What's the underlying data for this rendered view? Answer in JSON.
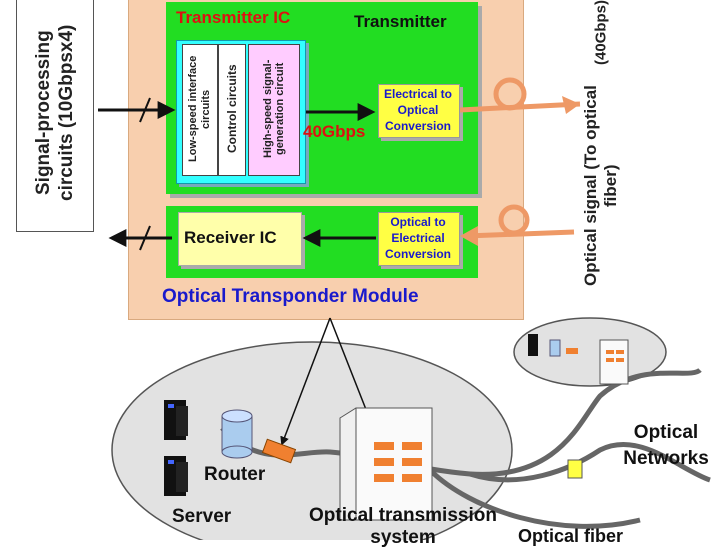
{
  "left_panel": {
    "title": "Signal-processing circuits (10Gbpsx4)"
  },
  "transmitter": {
    "ic_title": "Transmitter IC",
    "title": "Transmitter",
    "blocks": {
      "low_speed": "Low-speed interface circuits",
      "control": "Control circuits",
      "high_speed": "High-speed signal-generation circuit"
    },
    "rate_label": "40Gbps",
    "eo_label": "Electrical to Optical Conversion"
  },
  "receiver": {
    "ic_title": "Receiver IC",
    "oe_label": "Optical to Electrical Conversion"
  },
  "module": {
    "title": "Optical Transponder Module"
  },
  "right_label": {
    "title": "Optical signal (To optical fiber)",
    "subtitle": "(40Gbps)"
  },
  "network": {
    "router_label": "Router",
    "server_label": "Server",
    "ots_label": "Optical transmission system",
    "fiber_label": "Optical fiber",
    "optical_networks_label": "Optical Networks"
  },
  "colors": {
    "module_bg": "#f8cfae",
    "transmitter_green": "#22dd22",
    "cyan": "#33ffff",
    "yellow": "#ffff44",
    "orange_arrow": "#ee9966",
    "blue_text": "#1a1acc",
    "red_text": "#dd1111"
  }
}
